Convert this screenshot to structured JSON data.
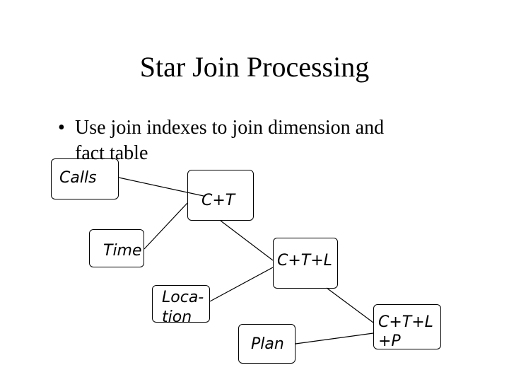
{
  "slide": {
    "title": "Star Join Processing",
    "bullet_symbol": "•",
    "bullet_line_1": "Use join indexes to join dimension and",
    "bullet_line_2": "fact table"
  },
  "diagram": {
    "nodes": {
      "calls": "Calls",
      "ct": "C+T",
      "time": "Time",
      "ctl": "C+T+L",
      "location_1": "Loca-",
      "location_2": "tion",
      "plan": "Plan",
      "ctlp_1": "C+T+L",
      "ctlp_2": "+P"
    }
  }
}
